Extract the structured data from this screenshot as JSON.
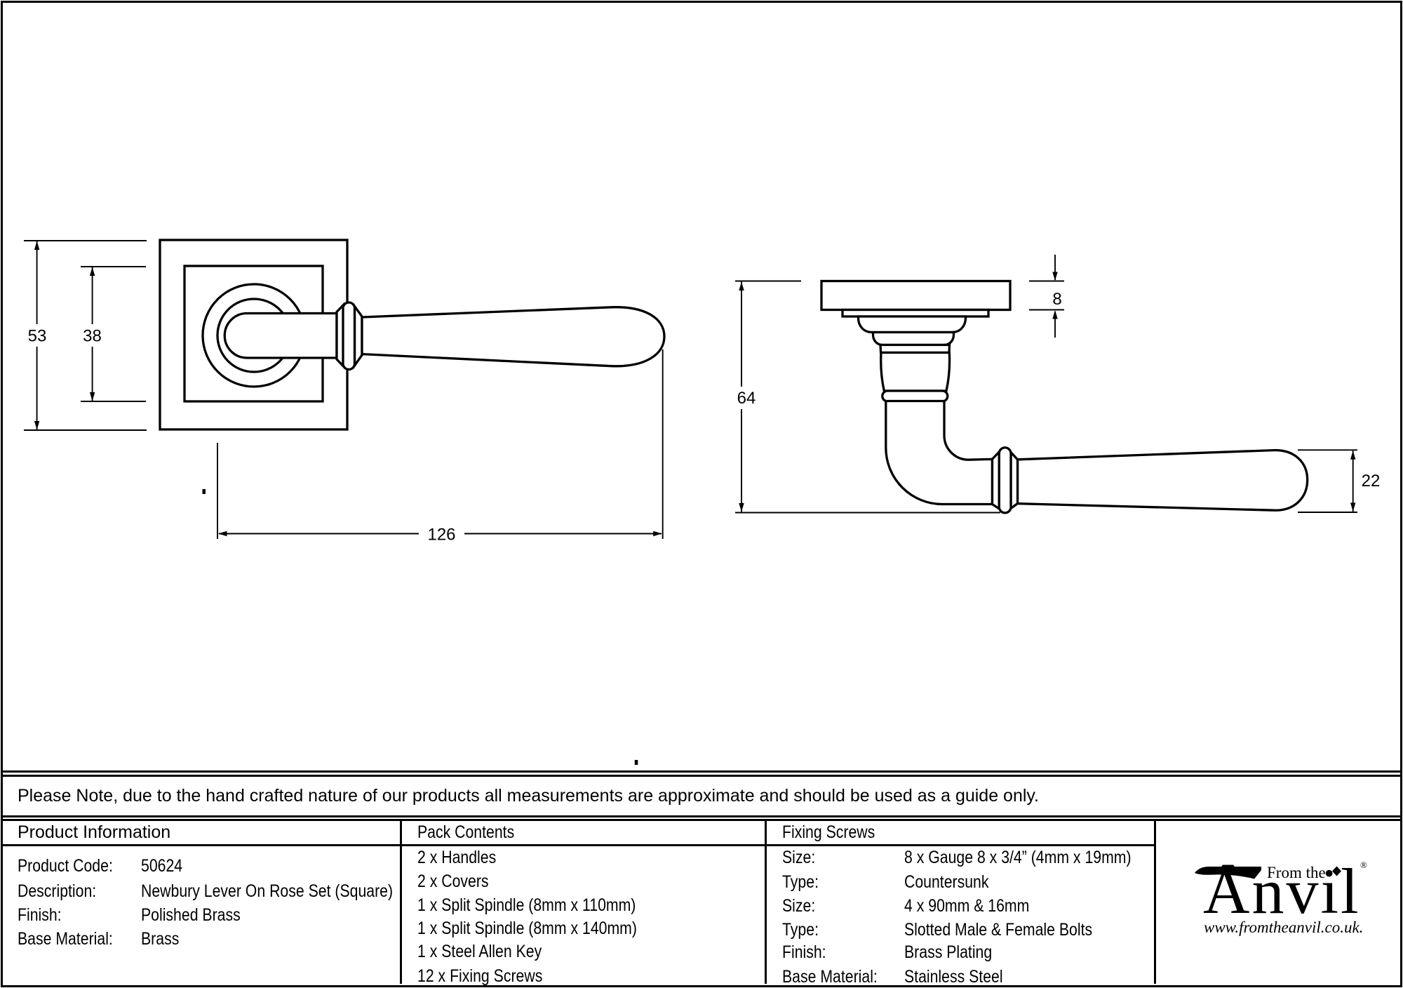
{
  "note": "Please Note, due to the hand crafted nature of our products all measurements are approximate and should be used as a guide only.",
  "dimensions": {
    "front_rose_size": "53",
    "front_rose_inner": "38",
    "front_lever_length": "126",
    "side_projection": "64",
    "side_rose_thickness": "8",
    "side_lever_thickness": "22"
  },
  "table": {
    "product_information": {
      "header": "Product Information",
      "rows": [
        {
          "label": "Product Code:",
          "value": "50624"
        },
        {
          "label": "Description:",
          "value": "Newbury Lever On Rose Set (Square)"
        },
        {
          "label": "Finish:",
          "value": "Polished Brass"
        },
        {
          "label": "Base Material:",
          "value": "Brass"
        }
      ]
    },
    "pack_contents": {
      "header": "Pack Contents",
      "items": [
        "2 x Handles",
        "2 x Covers",
        "1 x Split Spindle (8mm x 110mm)",
        "1 x Split Spindle (8mm x 140mm)",
        "1 x Steel Allen Key",
        "12 x Fixing Screws"
      ]
    },
    "fixing_screws": {
      "header": "Fixing Screws",
      "rows": [
        {
          "label": "Size:",
          "value": "8 x Gauge 8 x 3/4” (4mm x 19mm)"
        },
        {
          "label": "Type:",
          "value": "Countersunk"
        },
        {
          "label": "Size:",
          "value": "4 x 90mm & 16mm"
        },
        {
          "label": "Type:",
          "value": "Slotted Male & Female Bolts"
        },
        {
          "label": "Finish:",
          "value": "Brass Plating"
        },
        {
          "label": "Base Material:",
          "value": "Stainless Steel"
        }
      ]
    }
  },
  "logo": {
    "brand_prefix": "From the",
    "brand_name": "Anvil",
    "registered_mark": "®",
    "website": "www.fromtheanvil.co.uk."
  },
  "colors": {
    "ink": "#000000",
    "paper": "#ffffff"
  }
}
